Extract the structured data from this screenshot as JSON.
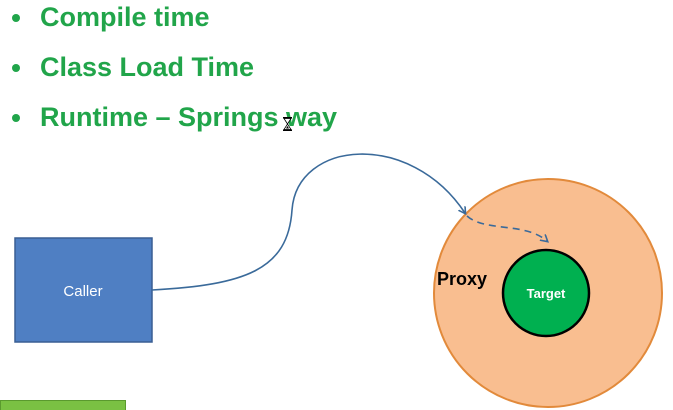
{
  "bullets": [
    {
      "text": "Compile time"
    },
    {
      "text": "Class Load Time"
    },
    {
      "text": "Runtime – Springs way"
    }
  ],
  "diagram": {
    "caller_label": "Caller",
    "proxy_label": "Proxy",
    "target_label": "Target"
  },
  "colors": {
    "bullet_text": "#21a54a",
    "caller_fill": "#4f7fc3",
    "caller_border": "#3a5f93",
    "proxy_fill": "#f9be90",
    "proxy_border": "#e28a3b",
    "target_fill": "#00b050",
    "target_border": "#000000",
    "arrow": "#3a6a9a"
  },
  "icons": {
    "cursor": "hourglass-icon"
  }
}
